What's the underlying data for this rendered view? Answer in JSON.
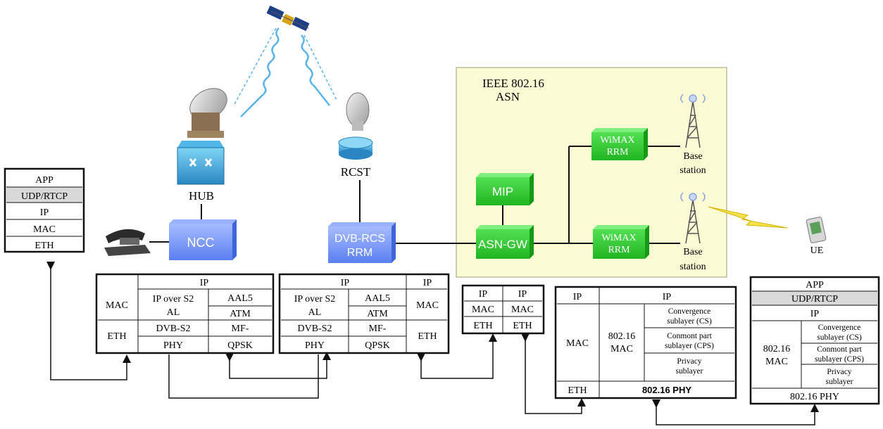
{
  "asn_panel": {
    "title_line1": "IEEE 802.16",
    "title_line2": "ASN"
  },
  "nodes": {
    "hub": "HUB",
    "rcst": "RCST",
    "ncc": "NCC",
    "dvb_rrm_line1": "DVB-RCS",
    "dvb_rrm_line2": "RRM",
    "mip": "MIP",
    "asn_gw": "ASN-GW",
    "wimax_rrm_top_line1": "WiMAX",
    "wimax_rrm_top_line2": "RRM",
    "wimax_rrm_bottom_line1": "WiMAX",
    "wimax_rrm_bottom_line2": "RRM",
    "bs_top_line1": "Base",
    "bs_top_line2": "station",
    "bs_bottom_line1": "Base",
    "bs_bottom_line2": "station",
    "ue": "UE"
  },
  "stacks": {
    "phone_stack": [
      "APP",
      "UDP/RTCP",
      "IP",
      "MAC",
      "ETH"
    ],
    "ncc_stack": {
      "ip": "IP",
      "mac": "MAC",
      "eth": "ETH",
      "ip_over_s2_line1": "IP over S2",
      "ip_over_s2_line2": "AL",
      "aal5": "AAL5",
      "atm": "ATM",
      "dvb_s2": "DVB-S2",
      "mf": "MF-",
      "phy": "PHY",
      "qpsk": "QPSK"
    },
    "rcst_stack": {
      "ip": "IP",
      "ip_right": "IP",
      "mac": "MAC",
      "eth": "ETH",
      "ip_over_s2_line1": "IP over S2",
      "ip_over_s2_line2": "AL",
      "aal5": "AAL5",
      "atm": "ATM",
      "dvb_s2": "DVB-S2",
      "mf": "MF-",
      "phy": "PHY",
      "qpsk": "QPSK"
    },
    "gw_stack": [
      "IP",
      "IP",
      "MAC",
      "MAC",
      "ETH",
      "ETH"
    ],
    "bs_stack": {
      "ip": "IP",
      "ip_wide": "IP",
      "mac": "MAC",
      "mac80216_line1": "802.16",
      "mac80216_line2": "MAC",
      "cs_line1": "Convergence",
      "cs_line2": "sublayer (CS)",
      "cps_line1": "Conmont part",
      "cps_line2": "sublayer (CPS)",
      "priv_line1": "Privacy",
      "priv_line2": "sublayer",
      "eth": "ETH",
      "phy": "802.16 PHY"
    },
    "ue_stack": {
      "app": "APP",
      "udp": "UDP/RTCP",
      "ip": "IP",
      "mac80216_line1": "802.16",
      "mac80216_line2": "MAC",
      "cs_line1": "Convergence",
      "cs_line2": "sublayer (CS)",
      "cps_line1": "Conmont part",
      "cps_line2": "sublayer (CPS)",
      "priv_line1": "Privacy",
      "priv_line2": "sublayer",
      "phy": "802.16 PHY"
    }
  },
  "colors": {
    "asn_panel": "#fdfbd4",
    "green_node": "#3fd13f",
    "blue_node": "#7b9bf5",
    "stack_gray": "#d9d9d9"
  }
}
